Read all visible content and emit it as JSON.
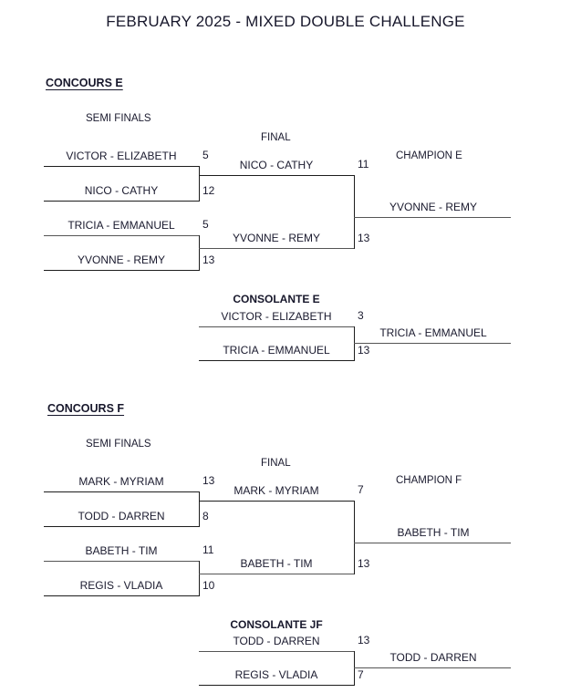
{
  "document": {
    "title": "FEBRUARY 2025 - MIXED DOUBLE CHALLENGE"
  },
  "brackets": [
    {
      "heading": "CONCOURS E",
      "labels": {
        "semi_finals": "SEMI FINALS",
        "final": "FINAL",
        "champion": "CHAMPION E",
        "consolante": "CONSOLANTE E"
      },
      "semi_finals": [
        {
          "top": {
            "team": "VICTOR - ELIZABETH",
            "score": "5"
          },
          "bottom": {
            "team": "NICO - CATHY",
            "score": "12"
          }
        },
        {
          "top": {
            "team": "TRICIA - EMMANUEL",
            "score": "5"
          },
          "bottom": {
            "team": "YVONNE - REMY",
            "score": "13"
          }
        }
      ],
      "final": {
        "top": {
          "team": "NICO - CATHY",
          "score": "11"
        },
        "bottom": {
          "team": "YVONNE - REMY",
          "score": "13"
        }
      },
      "champion": {
        "team": "YVONNE - REMY"
      },
      "consolante": {
        "top": {
          "team": "VICTOR - ELIZABETH",
          "score": "3"
        },
        "bottom": {
          "team": "TRICIA - EMMANUEL",
          "score": "13"
        },
        "winner": {
          "team": "TRICIA - EMMANUEL"
        }
      }
    },
    {
      "heading": "CONCOURS F",
      "labels": {
        "semi_finals": "SEMI FINALS",
        "final": "FINAL",
        "champion": "CHAMPION F",
        "consolante": "CONSOLANTE JF"
      },
      "semi_finals": [
        {
          "top": {
            "team": "MARK - MYRIAM",
            "score": "13"
          },
          "bottom": {
            "team": "TODD - DARREN",
            "score": "8"
          }
        },
        {
          "top": {
            "team": "BABETH - TIM",
            "score": "11"
          },
          "bottom": {
            "team": "REGIS - VLADIA",
            "score": "10"
          }
        }
      ],
      "final": {
        "top": {
          "team": "MARK - MYRIAM",
          "score": "7"
        },
        "bottom": {
          "team": "BABETH - TIM",
          "score": "13"
        }
      },
      "champion": {
        "team": "BABETH - TIM"
      },
      "consolante": {
        "top": {
          "team": "TODD - DARREN",
          "score": "13"
        },
        "bottom": {
          "team": "REGIS - VLADIA",
          "score": "7"
        },
        "winner": {
          "team": "TODD - DARREN"
        }
      }
    }
  ]
}
